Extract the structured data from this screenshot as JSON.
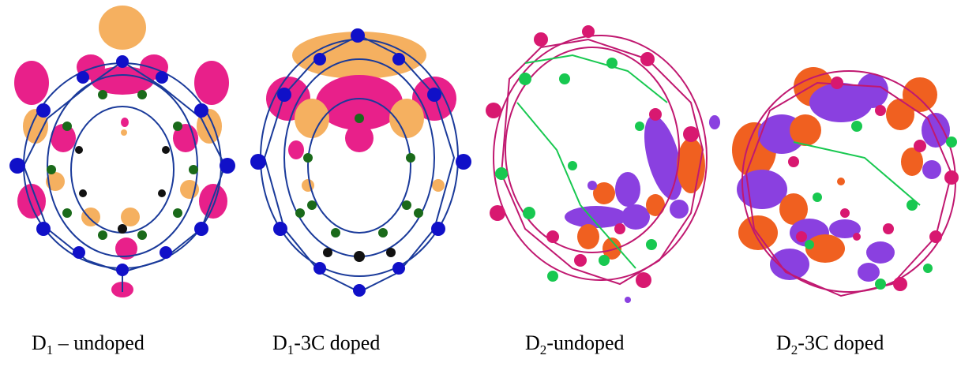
{
  "panels": [
    {
      "label_main": "D",
      "label_sub": "1",
      "label_rest": " – undoped",
      "colors": {
        "atom_a": "#1010c8",
        "atom_b": "#1a6a1a",
        "lobe_pos": "#e8208a",
        "lobe_neg": "#f5b060",
        "bond": "#1a3a9a"
      }
    },
    {
      "label_main": "D",
      "label_sub": "1",
      "label_rest": "-3C doped",
      "colors": {
        "atom_a": "#1010c8",
        "atom_b": "#1a6a1a",
        "lobe_pos": "#e8208a",
        "lobe_neg": "#f5b060",
        "bond": "#1a3a9a"
      }
    },
    {
      "label_main": "D",
      "label_sub": "2",
      "label_rest": "-undoped",
      "colors": {
        "atom_a": "#d81870",
        "atom_b": "#18c850",
        "lobe_pos": "#8a40e0",
        "lobe_neg": "#f06020",
        "bond": "#c01870"
      }
    },
    {
      "label_main": "D",
      "label_sub": "2",
      "label_rest": "-3C doped",
      "colors": {
        "atom_a": "#d81870",
        "atom_b": "#18c850",
        "lobe_pos": "#8a40e0",
        "lobe_neg": "#f06020",
        "bond": "#c01870"
      }
    }
  ]
}
